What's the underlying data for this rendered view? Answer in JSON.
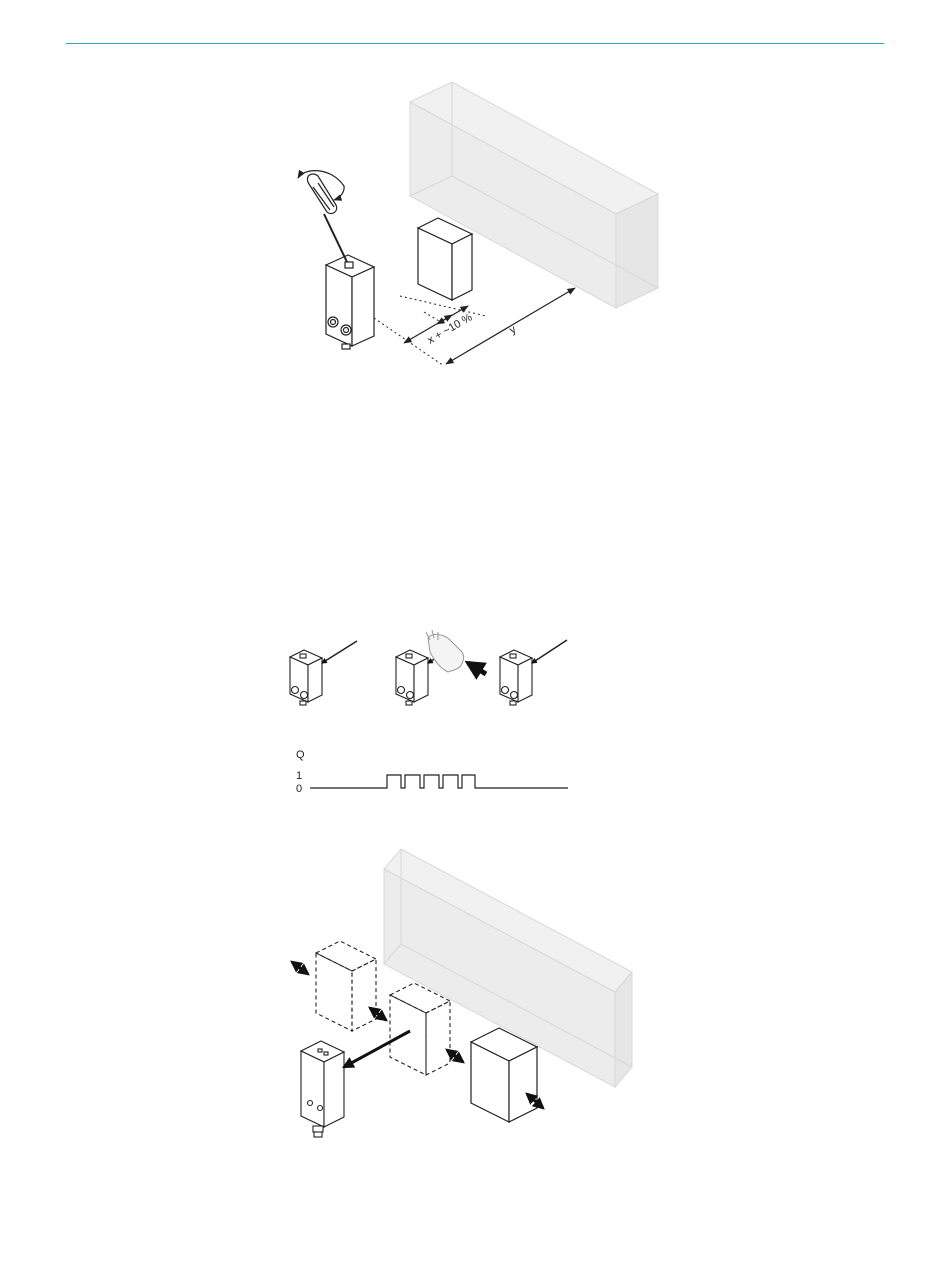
{
  "header": {
    "rule_color": "#2aa6b8"
  },
  "figure1": {
    "dim_near": "x + ~10 %",
    "dim_far": "y",
    "tool": "screwdriver-icon",
    "rotation": "rotate-arrow-icon"
  },
  "figure2": {
    "signal_label": "Q",
    "level_high": "1",
    "level_low": "0",
    "hand": "hand-icon"
  },
  "figure3": {
    "arrows": "double-arrow-icon"
  },
  "colors": {
    "background_box": "#ececec",
    "line": "#222222"
  }
}
